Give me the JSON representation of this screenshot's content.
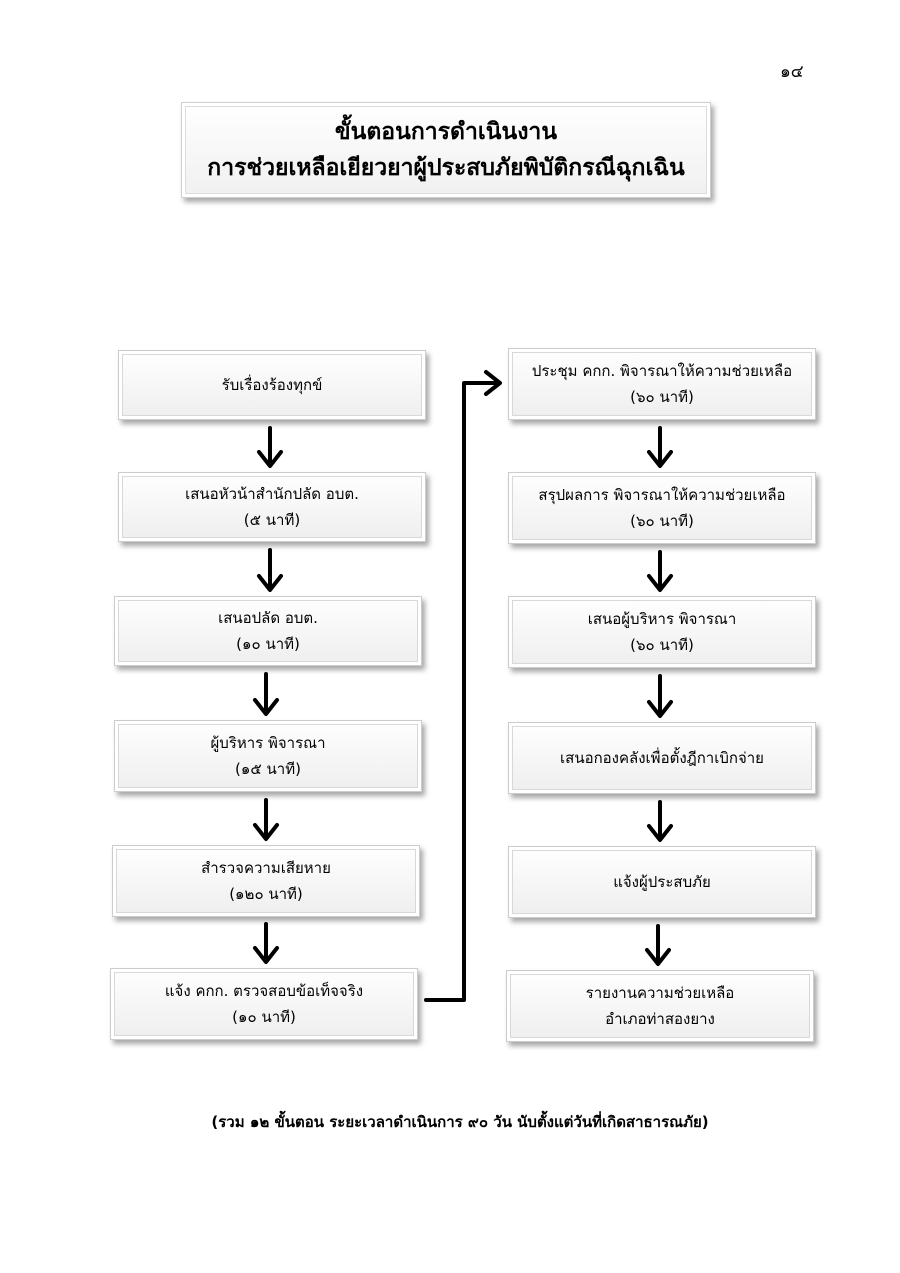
{
  "page_number": "๑๔",
  "title": {
    "line1": "ขั้นตอนการดำเนินงาน",
    "line2": "การช่วยเหลือเยียวยาผู้ประสบภัยพิบัติกรณีฉุกเฉิน"
  },
  "left_steps": [
    {
      "label": "รับเรื่องร้องทุกข์",
      "duration": ""
    },
    {
      "label": "เสนอหัวน้าสำนักปลัด อบต.",
      "duration": "(๕ นาที)"
    },
    {
      "label": "เสนอปลัด อบต.",
      "duration": "(๑๐ นาที)"
    },
    {
      "label": "ผู้บริหาร พิจารณา",
      "duration": "(๑๕ นาที)"
    },
    {
      "label": "สำรวจความเสียหาย",
      "duration": "(๑๒๐ นาที)"
    },
    {
      "label": "แจ้ง คกก. ตรวจสอบข้อเท็จจริง",
      "duration": "(๑๐ นาที)"
    }
  ],
  "right_steps": [
    {
      "label": "ประชุม คกก. พิจารณาให้ความช่วยเหลือ",
      "duration": "(๖๐ นาที)"
    },
    {
      "label": "สรุปผลการ พิจารณาให้ความช่วยเหลือ",
      "duration": "(๖๐ นาที)"
    },
    {
      "label": "เสนอผู้บริหาร พิจารณา",
      "duration": "(๖๐ นาที)"
    },
    {
      "label": "เสนอกองคลังเพื่อตั้งฎีกาเบิกจ่าย",
      "duration": ""
    },
    {
      "label": "แจ้งผู้ประสบภัย",
      "duration": ""
    },
    {
      "label": "รายงานความช่วยเหลือ",
      "duration": "อำเภอท่าสองยาง"
    }
  ],
  "footer_note": "(รวม ๑๒ ขั้นตอน ระยะเวลาดำเนินการ ๙๐ วัน นับตั้งแต่วันที่เกิดสาธารณภัย)"
}
